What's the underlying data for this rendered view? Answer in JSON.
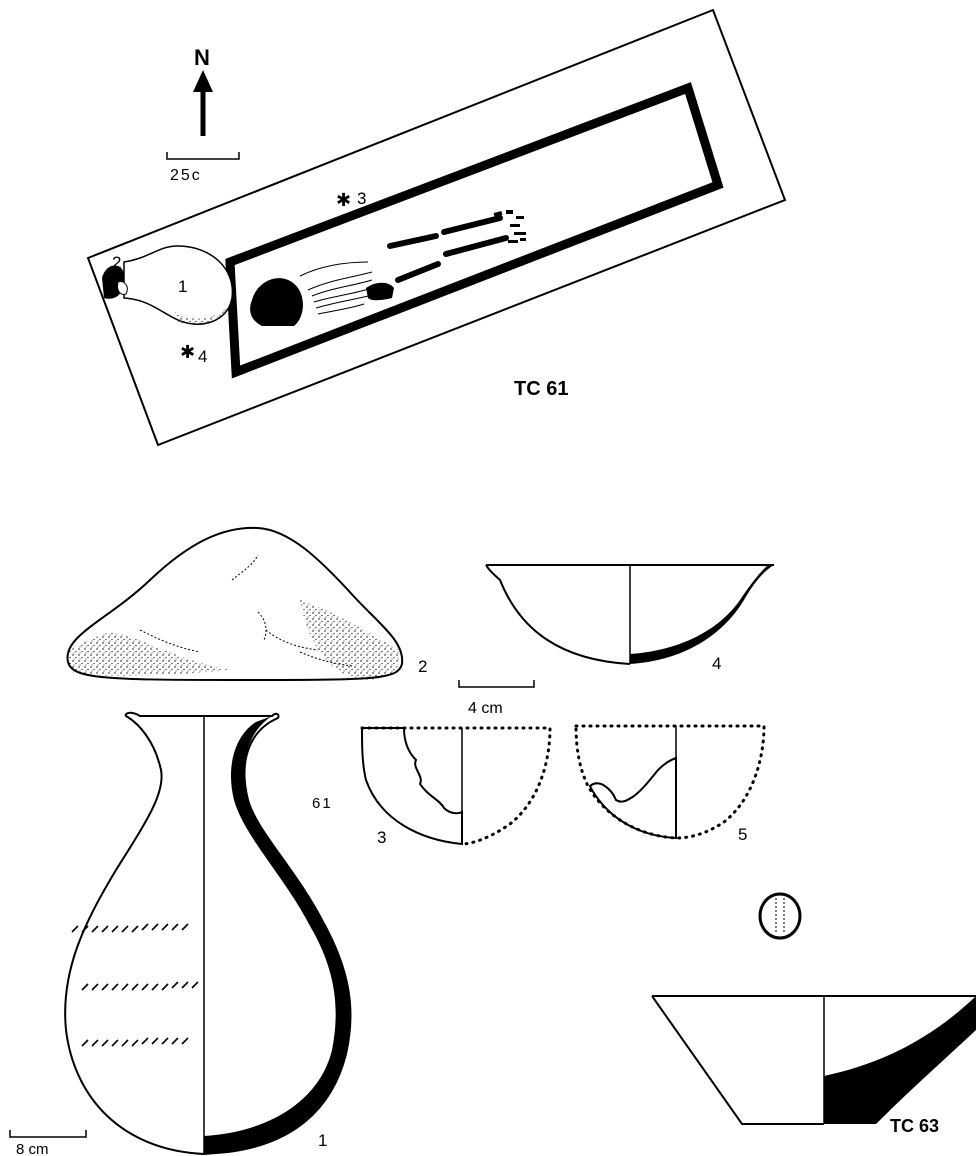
{
  "plan": {
    "north_label": "N",
    "scale_label": "25c",
    "title": "TC 61",
    "item_labels": [
      "1",
      "2",
      "3",
      "4"
    ]
  },
  "objects": {
    "scale_4cm": "4 cm",
    "scale_8cm": "8 cm",
    "group_label": "61",
    "labels": [
      "1",
      "2",
      "3",
      "4",
      "5"
    ],
    "title_tc63": "TC 63"
  }
}
